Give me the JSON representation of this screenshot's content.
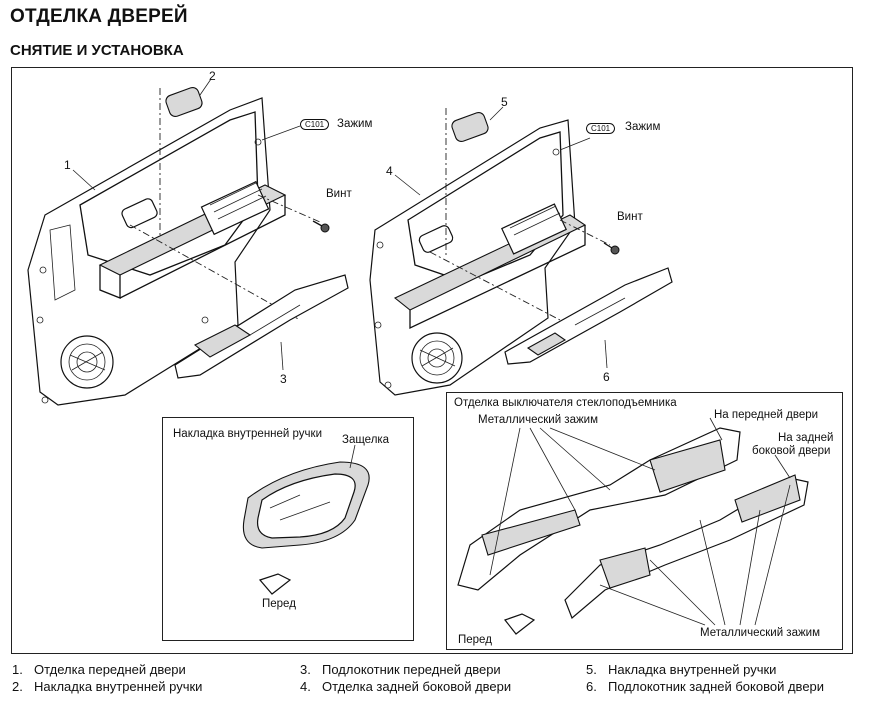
{
  "header": {
    "title": "ОТДЕЛКА ДВЕРЕЙ",
    "subtitle": "СНЯТИЕ И УСТАНОВКА"
  },
  "diagram": {
    "callouts": {
      "c1": "1",
      "c2": "2",
      "c3": "3",
      "c4": "4",
      "c5": "5",
      "c6": "6"
    },
    "clip_code": "C101",
    "clip_label": "Зажим",
    "screw_label": "Винт",
    "inset_handle": {
      "title": "Накладка внутренней ручки",
      "latch": "Защелка",
      "front": "Перед"
    },
    "inset_switch": {
      "title": "Отделка выключателя стеклоподъемника",
      "metal_clip_top": "Металлический зажим",
      "front_door": "На передней двери",
      "rear_door_line1": "На задней",
      "rear_door_line2": "боковой двери",
      "metal_clip_bottom": "Металлический зажим",
      "front": "Перед"
    }
  },
  "legend": [
    {
      "num": "1.",
      "text": "Отделка передней двери"
    },
    {
      "num": "2.",
      "text": "Накладка внутренней ручки"
    },
    {
      "num": "3.",
      "text": "Подлокотник передней двери"
    },
    {
      "num": "4.",
      "text": "Отделка задней боковой двери"
    },
    {
      "num": "5.",
      "text": "Накладка внутренней ручки"
    },
    {
      "num": "6.",
      "text": "Подлокотник задней боковой двери"
    }
  ]
}
